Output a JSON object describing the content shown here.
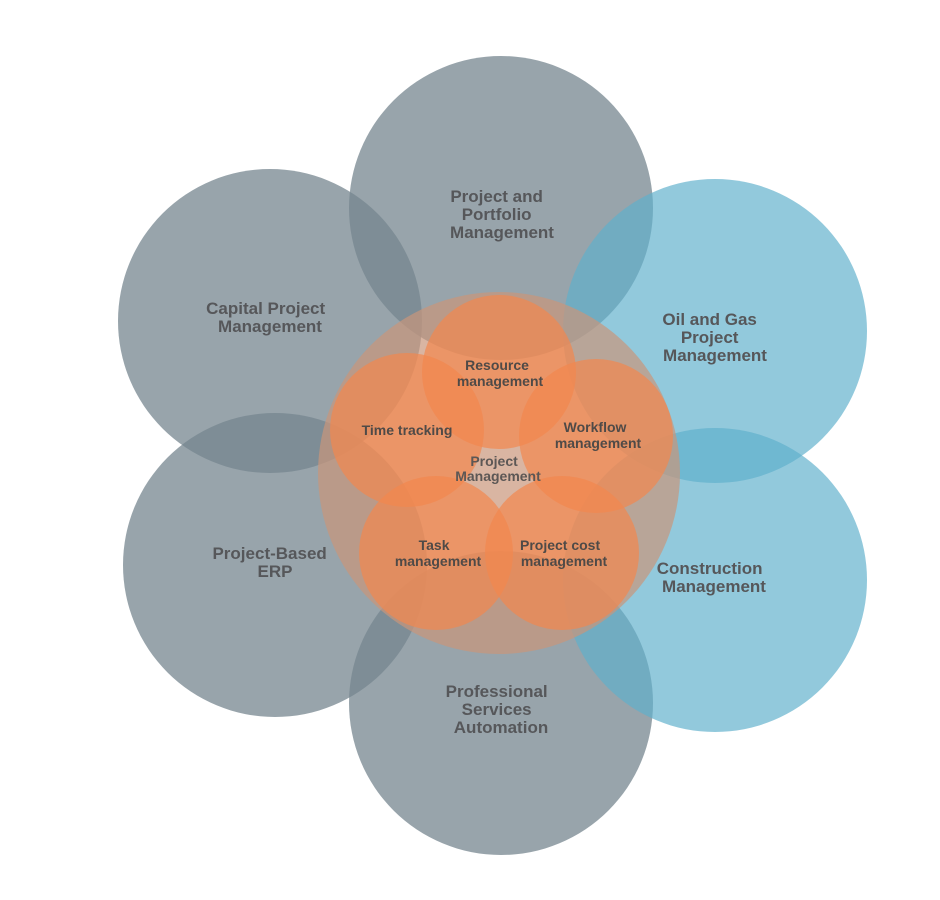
{
  "colors": {
    "gray_circle": "#75858f",
    "blue_circle": "#5eb0cc",
    "center_circle": "#c9967b",
    "orange_circle": "#f2874f"
  },
  "outer_segments": [
    {
      "id": "project-portfolio",
      "lines": [
        "Project and",
        "Portfolio",
        "Management"
      ],
      "color": "gray"
    },
    {
      "id": "capital-project",
      "lines": [
        "Capital Project",
        "Management"
      ],
      "color": "gray"
    },
    {
      "id": "oil-gas",
      "lines": [
        "Oil and Gas",
        "Project",
        "Management"
      ],
      "color": "blue"
    },
    {
      "id": "project-based-erp",
      "lines": [
        "Project-Based",
        "ERP"
      ],
      "color": "gray"
    },
    {
      "id": "construction",
      "lines": [
        "Construction",
        "Management"
      ],
      "color": "blue"
    },
    {
      "id": "professional-services",
      "lines": [
        "Professional",
        "Services",
        "Automation"
      ],
      "color": "gray"
    }
  ],
  "center": {
    "lines": [
      "Project",
      "Management"
    ]
  },
  "inner_segments": [
    {
      "id": "resource",
      "lines": [
        "Resource",
        "management"
      ]
    },
    {
      "id": "time-tracking",
      "lines": [
        "Time tracking"
      ]
    },
    {
      "id": "workflow",
      "lines": [
        "Workflow",
        "management"
      ]
    },
    {
      "id": "task",
      "lines": [
        "Task",
        "management"
      ]
    },
    {
      "id": "project-cost",
      "lines": [
        "Project cost",
        "management"
      ]
    }
  ]
}
